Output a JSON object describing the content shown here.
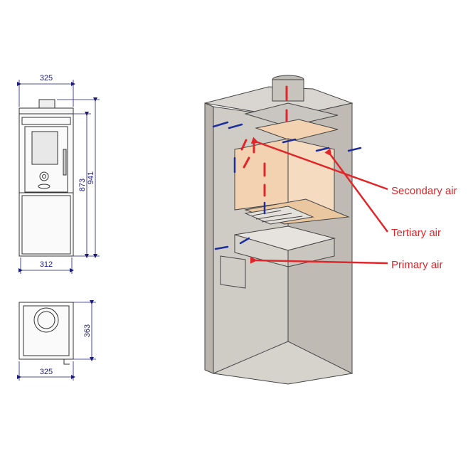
{
  "dimensions": {
    "front_width": "325",
    "inner_height": "873",
    "total_height": "941",
    "base_width": "312",
    "depth": "363",
    "top_width": "325"
  },
  "labels": {
    "secondary_air": "Secondary air",
    "tertiary_air": "Tertiary air",
    "primary_air": "Primary air"
  },
  "colors": {
    "dimension_line": "#1a1a7a",
    "label_red": "#e0262a",
    "air_blue": "#1f2f9a",
    "brick": "#f2d2b0",
    "steel": "#c9c6c1"
  }
}
